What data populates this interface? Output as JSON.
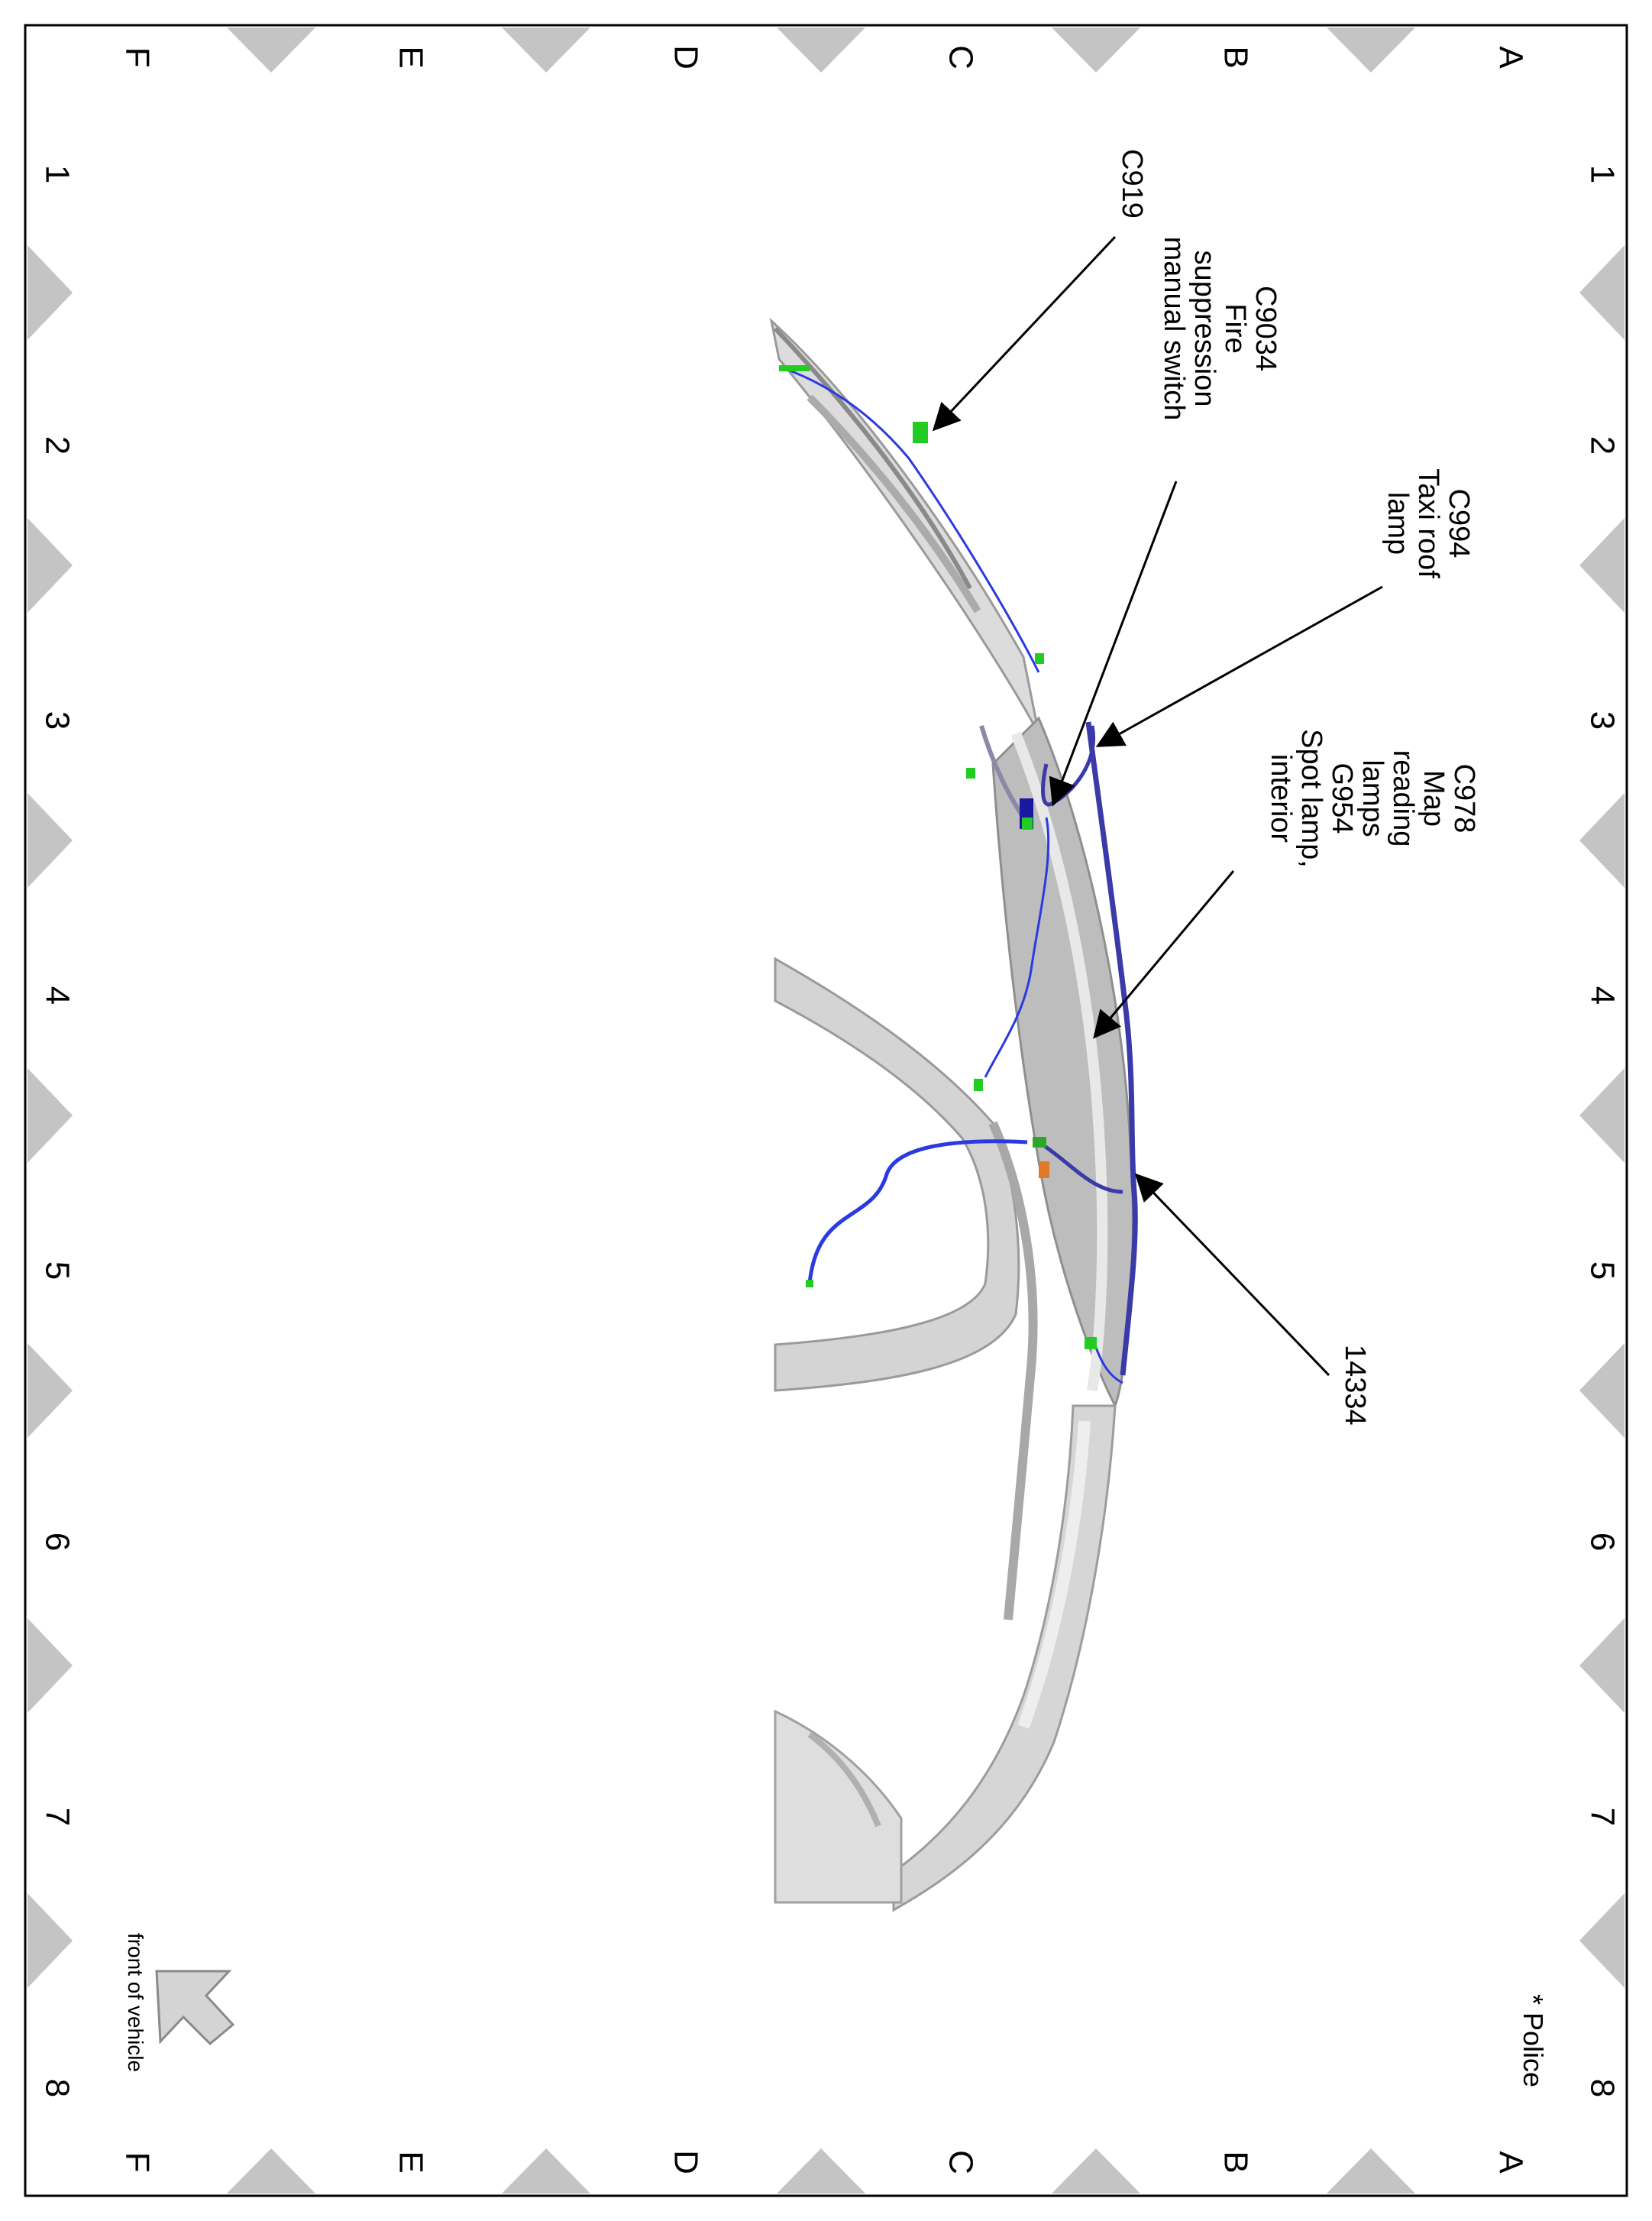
{
  "border": {
    "row_letters": [
      "A",
      "B",
      "C",
      "D",
      "E",
      "F"
    ],
    "column_numbers": [
      "1",
      "2",
      "3",
      "4",
      "5",
      "6",
      "7",
      "8"
    ]
  },
  "callouts": {
    "c919": "C919",
    "c9034": [
      "C9034",
      "Fire",
      "suppression",
      "manual switch"
    ],
    "c994": [
      "C994",
      "Taxi roof",
      "lamp"
    ],
    "c978": [
      "C978",
      "Map",
      "reading",
      "lamps",
      "G954",
      "Spot lamp,",
      "interior"
    ],
    "p14334": "14334"
  },
  "notes": {
    "police": "* Police",
    "front": "front of vehicle"
  },
  "colors": {
    "wire_main": "#3a3aa8",
    "wire_thin": "#2a3ae0",
    "connector": "#22cc22",
    "body": "#c8c8c8",
    "tab": "#c4c4c4",
    "frame": "#000000"
  }
}
